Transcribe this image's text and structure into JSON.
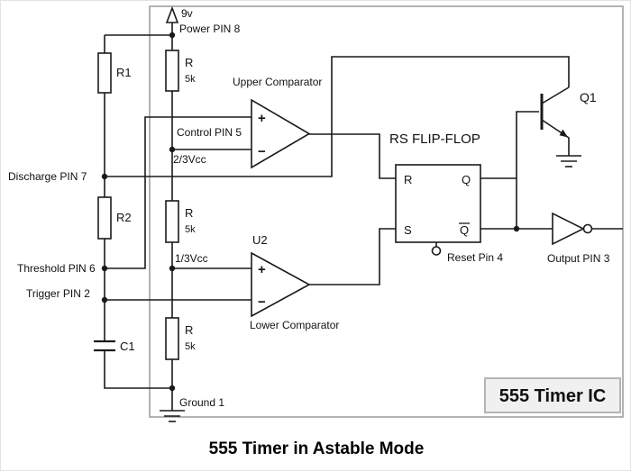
{
  "title": "555 Timer in Astable Mode",
  "ic_label": "555 Timer IC",
  "power": {
    "voltage": "9v",
    "pin_label": "Power PIN 8"
  },
  "pins": {
    "control": "Control PIN 5",
    "discharge": "Discharge PIN 7",
    "threshold": "Threshold PIN 6",
    "trigger": "Trigger PIN 2",
    "reset": "Reset Pin 4",
    "output": "Output PIN 3",
    "ground": "Ground 1"
  },
  "nodes": {
    "two_thirds_vcc": "2/3Vcc",
    "one_third_vcc": "1/3Vcc"
  },
  "components": {
    "r1": "R1",
    "r2": "R2",
    "c1": "C1",
    "q1": "Q1",
    "u2": "U2",
    "internal_resistor": {
      "label": "R",
      "value": "5k"
    },
    "upper_comparator": {
      "label": "Upper Comparator",
      "plus": "+",
      "minus": "−"
    },
    "lower_comparator": {
      "label": "Lower Comparator",
      "plus": "+",
      "minus": "−"
    },
    "flip_flop": {
      "title": "RS FLIP-FLOP",
      "in_r": "R",
      "in_s": "S",
      "out_q": "Q",
      "out_qbar": "Q"
    }
  },
  "colors": {
    "line": "#1a1a1a",
    "ic_border": "#9a9a9a",
    "badge_text": "#7f7f7f"
  }
}
